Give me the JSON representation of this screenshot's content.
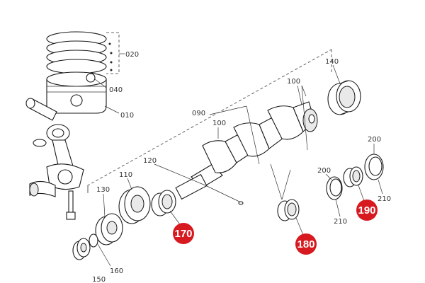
{
  "labels": {
    "l020": "020",
    "l040": "040",
    "l010": "010",
    "l090": "090",
    "l100a": "100",
    "l100b": "100",
    "l140": "140",
    "l110": "110",
    "l120": "120",
    "l130": "130",
    "l160": "160",
    "l150": "150",
    "l200a": "200",
    "l200b": "200",
    "l210a": "210",
    "l210b": "210"
  },
  "callouts": {
    "c170": "170",
    "c180": "180",
    "c190": "190"
  },
  "colors": {
    "callout": "#d71920",
    "line": "#222222"
  }
}
